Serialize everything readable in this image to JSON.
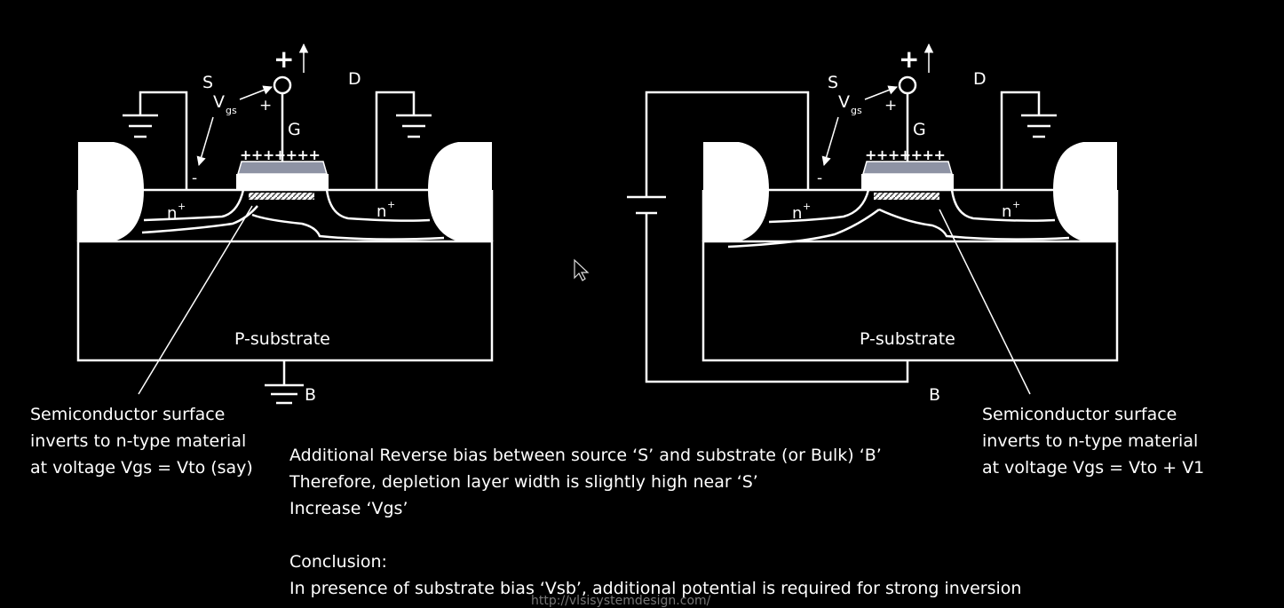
{
  "left_diagram": {
    "source": "S",
    "drain": "D",
    "gate": "G",
    "vgs_main": "V",
    "vgs_sub": "gs",
    "plus": "+",
    "minus": "-",
    "gate_plus_big": "+",
    "gate_charges": "+++++++",
    "n_plus_main": "n",
    "n_plus_sup": "+",
    "substrate": "P-substrate",
    "bulk": "B"
  },
  "right_diagram": {
    "source": "S",
    "drain": "D",
    "gate": "G",
    "vgs_main": "V",
    "vgs_sub": "gs",
    "plus": "+",
    "minus": "-",
    "gate_plus_big": "+",
    "gate_charges": "+++++++",
    "n_plus_main": "n",
    "n_plus_sup": "+",
    "substrate": "P-substrate",
    "bulk": "B"
  },
  "left_note": [
    "Semiconductor surface",
    "inverts to n-type material",
    "at voltage Vgs = Vto (say)"
  ],
  "right_note": [
    "Semiconductor surface",
    "inverts to n-type material",
    "at voltage Vgs = Vto + V1"
  ],
  "center_text": [
    "Additional Reverse bias between source ‘S’ and substrate (or Bulk) ‘B’",
    "Therefore, depletion layer width is slightly high near ‘S’",
    "Increase ‘Vgs’",
    "",
    "Conclusion:",
    "In presence of substrate bias ‘Vsb’, additional potential is required for strong inversion"
  ],
  "watermark": "http://vlsisystemdesign.com/"
}
